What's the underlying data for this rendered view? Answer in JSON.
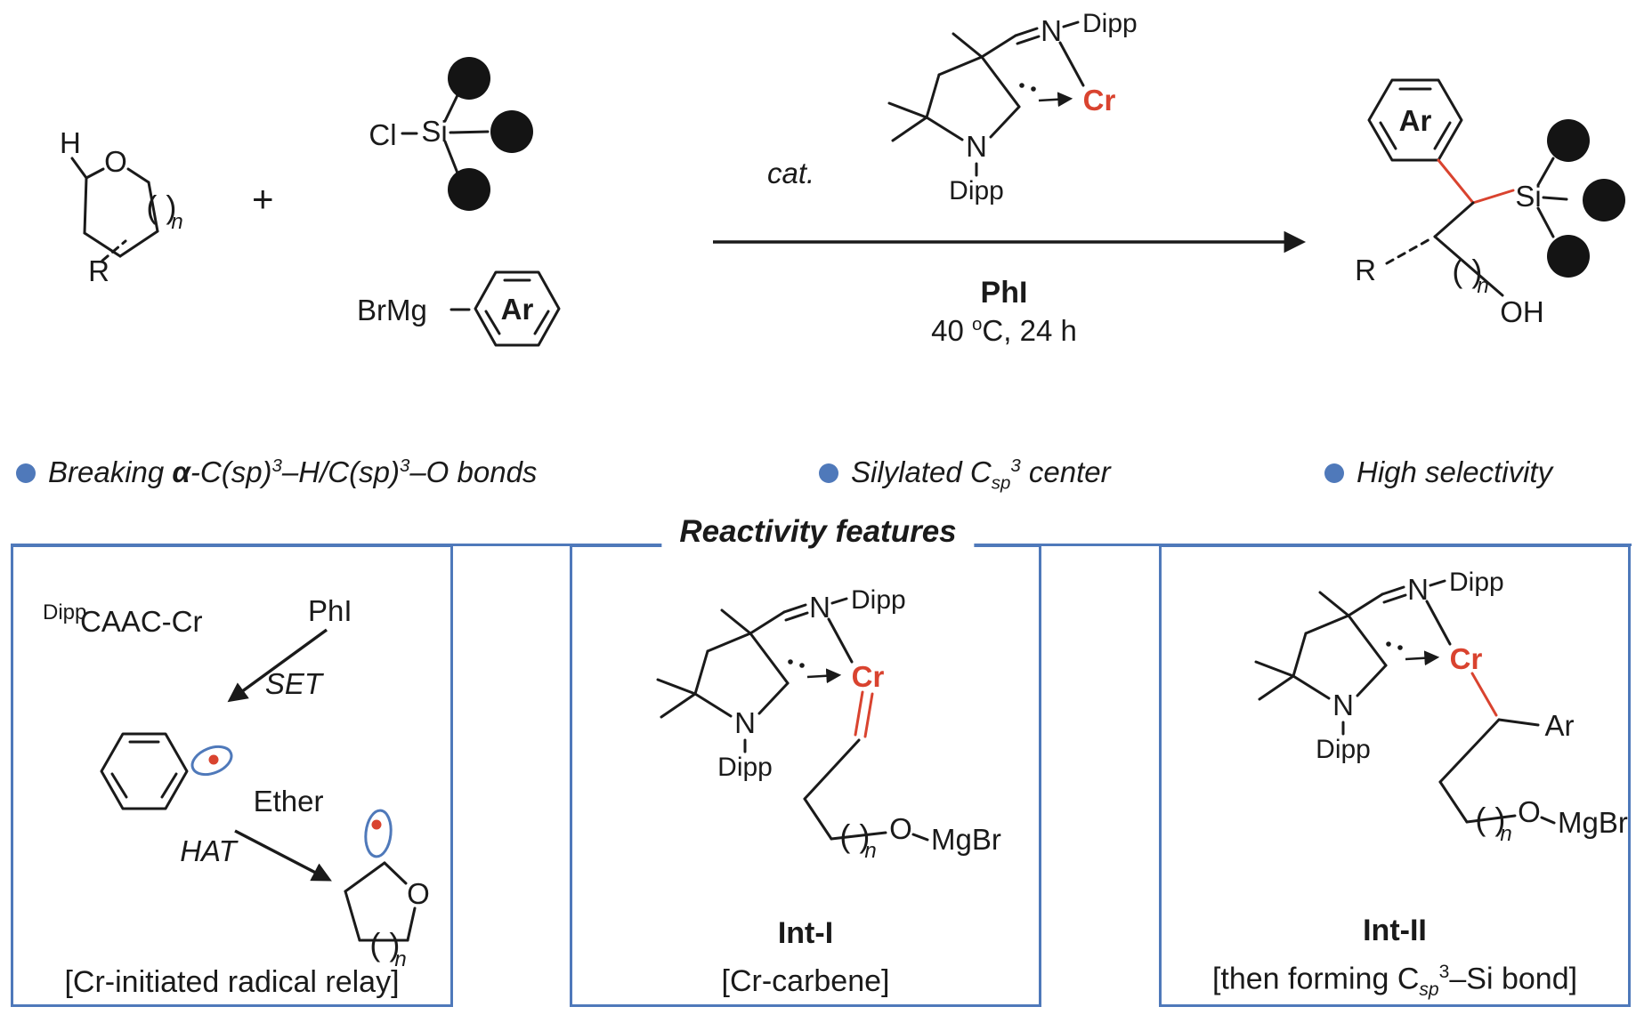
{
  "colors": {
    "red": "#d9432f",
    "blue": "#4f79ba",
    "ink": "#1a1a1a"
  },
  "scheme": {
    "reactant": {
      "h": "H",
      "o": "O",
      "paren": "( )",
      "n": "n",
      "r": "R"
    },
    "plus": "+",
    "silane": {
      "cl": "Cl",
      "si": "Si"
    },
    "grignard": {
      "label": "BrMg",
      "ar": "Ar"
    },
    "catalyst": {
      "cat": "cat.",
      "n_top": "N",
      "dipp_top": "Dipp",
      "cr": "Cr",
      "n_ring": "N",
      "dipp_bottom": "Dipp"
    },
    "conditions": {
      "reagent": "PhI",
      "temp_pre": "40 ",
      "temp_sup": "o",
      "temp_post": "C, 24 h"
    },
    "product": {
      "ar": "Ar",
      "si": "Si",
      "r": "R",
      "paren": "( )",
      "n": "n",
      "oh": "OH"
    }
  },
  "bullets": [
    {
      "pre": "Breaking ",
      "alpha": "α",
      "mid1": "-C(sp)",
      "sup1": "3",
      "mid2": "–H/C(sp)",
      "sup2": "3",
      "post": "–O bonds"
    },
    {
      "pre": "Silylated C",
      "sub": "sp",
      "sup": "3",
      "post": " center"
    },
    {
      "text": "High selectivity"
    }
  ],
  "section_title": "Reactivity features",
  "box1": {
    "pre_sup": "Dipp",
    "complex": "CAAC-Cr",
    "phi": "PhI",
    "set": "SET",
    "ether": "Ether",
    "hat": "HAT",
    "o": "O",
    "paren": "( )",
    "n": "n",
    "caption": "[Cr-initiated radical relay]"
  },
  "box2": {
    "n_top": "N",
    "dipp_top": "Dipp",
    "n_ring": "N",
    "dipp_bottom": "Dipp",
    "cr": "Cr",
    "paren": "( )",
    "n": "n",
    "o": "O",
    "mgbr": "MgBr",
    "label": "Int-I",
    "caption": "[Cr-carbene]"
  },
  "box3": {
    "n_top": "N",
    "dipp_top": "Dipp",
    "n_ring": "N",
    "dipp_bottom": "Dipp",
    "cr": "Cr",
    "ar": "Ar",
    "paren": "( )",
    "n": "n",
    "o": "O",
    "mgbr": "MgBr",
    "label": "Int-II",
    "caption_pre": "[then forming C",
    "caption_sub": "sp",
    "caption_sup": "3",
    "caption_post": "–Si bond]"
  }
}
